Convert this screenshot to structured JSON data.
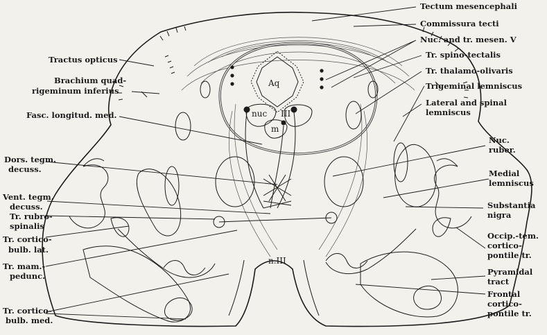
{
  "labels": {
    "tectum": "Tectum mesencephali",
    "commissura": "Commissura tecti",
    "nuc_mesen": "Nuc. and tr. mesen. V",
    "spino_tectalis": "Tr. spino-tectalis",
    "thalamo_olivaris": "Tr. thalamo-olivaris",
    "trigeminal_lemniscus": "Trigeminal lemniscus",
    "lateral_spinal_1": "Lateral and spinal",
    "lateral_spinal_2": "lemniscus",
    "nuc_ruber_1": "Nuc.",
    "nuc_ruber_2": "ruber.",
    "medial_lemniscus_1": "Medial",
    "medial_lemniscus_2": "lemniscus",
    "substantia_nigra_1": "Substantia",
    "substantia_nigra_2": "nigra",
    "occip_1": "Occip.-tem.",
    "occip_2": "cortico-",
    "occip_3": "pontile tr.",
    "pyramidal_1": "Pyramidal",
    "pyramidal_2": "tract",
    "frontal_1": "Frontal",
    "frontal_2": "cortico-",
    "frontal_3": "pontile tr.",
    "tractus_opticus": "Tractus opticus",
    "brachium_1": "Brachium quad-",
    "brachium_2": "rigeminum inferius",
    "fasc_longitud": "Fasc. longitud. med.",
    "dors_tegm_1": "Dors. tegm.",
    "dors_tegm_2": "decuss.",
    "vent_tegm_1": "Vent. tegm.",
    "vent_tegm_2": "decuss.",
    "rubro_1": "Tr. rubro-",
    "rubro_2": "spinalis",
    "cortico_lat_1": "Tr. cortico-",
    "cortico_lat_2": "bulb. lat.",
    "mam_1": "Tr.  mam.-",
    "mam_2": "pedunc.",
    "cortico_med_1": "Tr. cortico-",
    "cortico_med_2": "bulb. med."
  },
  "inner": {
    "aq": "Aq",
    "nuc": "nuc",
    "roman_three": "III",
    "m": "m",
    "n_three": "n.III"
  }
}
